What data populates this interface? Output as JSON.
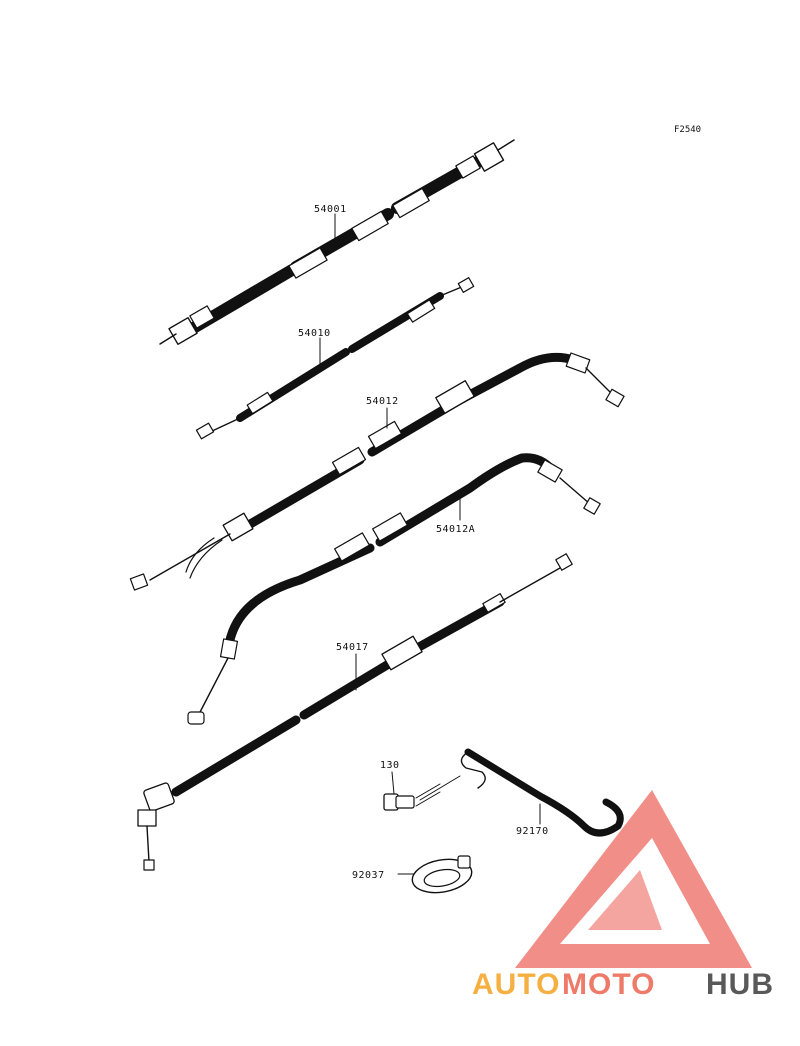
{
  "diagram": {
    "figure_code": "F2540",
    "callouts": [
      "54001",
      "54010",
      "54012",
      "54012A",
      "54017",
      "130",
      "92170",
      "92037"
    ]
  },
  "watermark": {
    "parts": [
      "AUTO",
      "MOTO",
      "HUB"
    ],
    "colors": {
      "auto": "#f5b041",
      "moto": "#ee7a6a",
      "hub": "#595959",
      "triangle": "#f07b74"
    }
  }
}
